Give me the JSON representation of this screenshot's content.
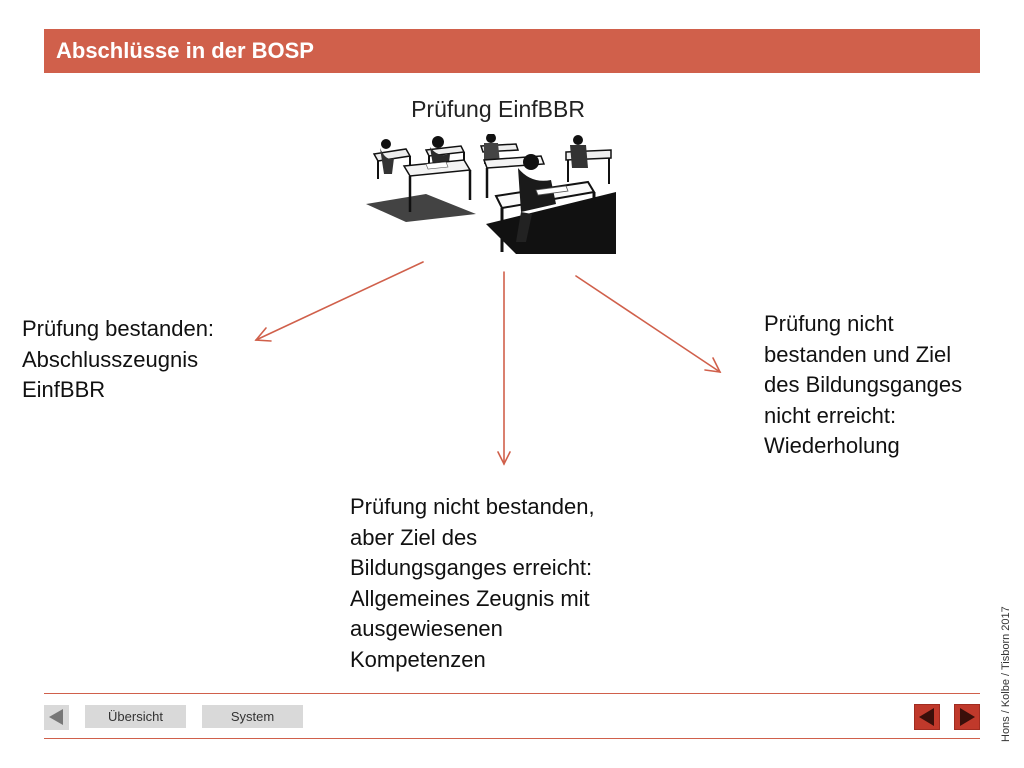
{
  "header": {
    "title": "Abschlüsse in der BOSP"
  },
  "diagram": {
    "exam_title": "Prüfung EinfBBR",
    "outcomes": {
      "left": [
        "Prüfung bestanden:",
        "Abschlusszeugnis",
        "EinfBBR"
      ],
      "right": [
        "Prüfung nicht",
        "bestanden und Ziel",
        "des Bildungsganges",
        "nicht erreicht:",
        "Wiederholung"
      ],
      "center": [
        "Prüfung nicht bestanden,",
        "aber Ziel des",
        "Bildungsganges erreicht:",
        "Allgemeines Zeugnis mit",
        "ausgewiesenen",
        "Kompetenzen"
      ]
    },
    "arrow_color": "#d0604b"
  },
  "credit": "Hons / Kolbe / Tisborn 2017",
  "footer": {
    "back_icon": "triangle-left-icon",
    "overview_label": "Übersicht",
    "system_label": "System",
    "prev_icon": "triangle-left-icon",
    "next_icon": "triangle-right-icon"
  },
  "colors": {
    "accent": "#d0604b",
    "nav_red": "#c0392b"
  }
}
